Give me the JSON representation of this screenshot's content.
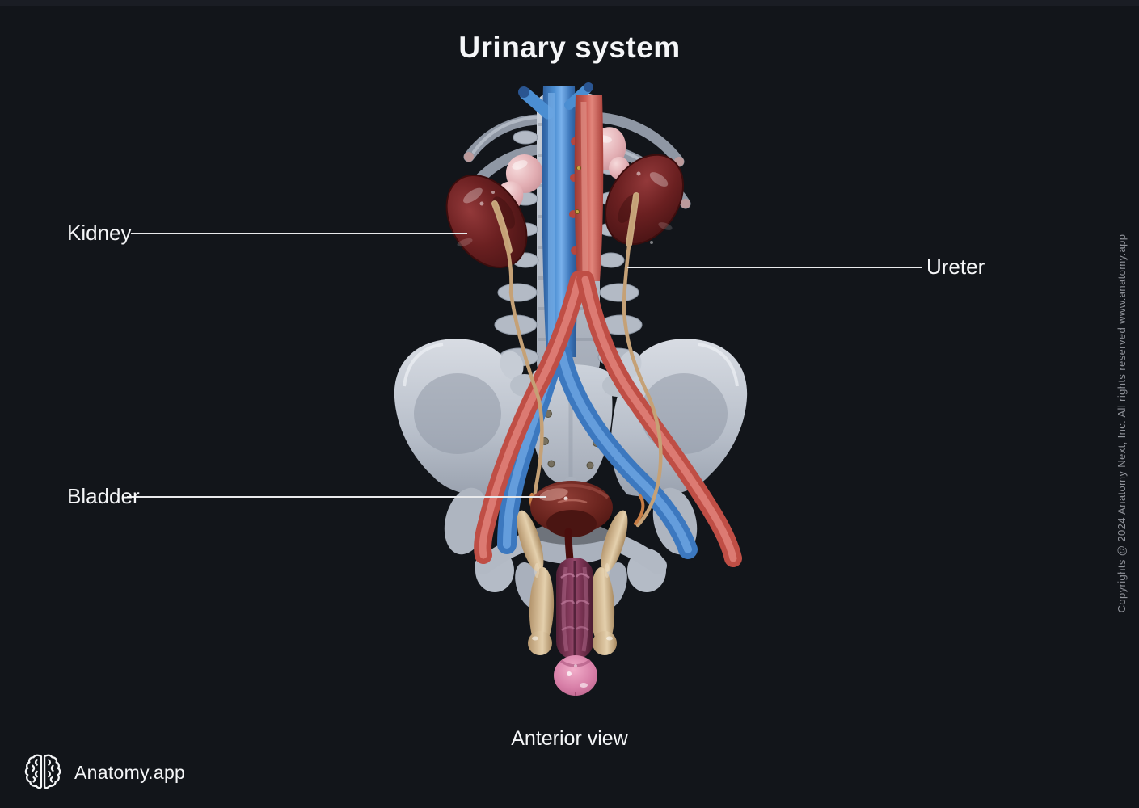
{
  "title": "Urinary system",
  "view_caption": "Anterior view",
  "annotations": {
    "kidney": "Kidney",
    "ureter": "Ureter",
    "bladder": "Bladder"
  },
  "branding": {
    "app_name": "Anatomy.app",
    "logo_icon": "brain-icon"
  },
  "copyright_notice": "Copyrights @ 2024 Anatomy Next, Inc. All rights reserved www.anatomy.app",
  "illustration": {
    "type": "3d-anatomy-render",
    "subject": "Urinary system in situ: lumbar spine and lower ribs, kidneys with adrenal glands, abdominal aorta and inferior vena cava with iliac branches, ureters, pelvis, urinary bladder and male external genitalia",
    "view": "anterior",
    "structures": [
      "ribs",
      "lumbar-spine",
      "left-kidney",
      "right-kidney",
      "adrenal-glands",
      "inferior-vena-cava",
      "abdominal-aorta",
      "iliac-veins",
      "iliac-arteries",
      "ureters",
      "pelvic-bones",
      "sacrum",
      "urinary-bladder",
      "urethra",
      "crura-of-penis",
      "corpus-of-penis",
      "glans"
    ]
  },
  "colors": {
    "bg": "#12151a",
    "text": "#f5f6f8",
    "muted": "#90939a",
    "line": "#e9eaec",
    "bone": "#b8bfca",
    "artery": "#cc5a52",
    "vein": "#4a8fd2",
    "kidney": "#6b2021",
    "adrenal": "#e2aeb3",
    "ureter": "#c5a176",
    "bladder": "#6a241e",
    "crura": "#d9c19c",
    "corpus": "#82395a",
    "glans": "#d77ea7"
  }
}
